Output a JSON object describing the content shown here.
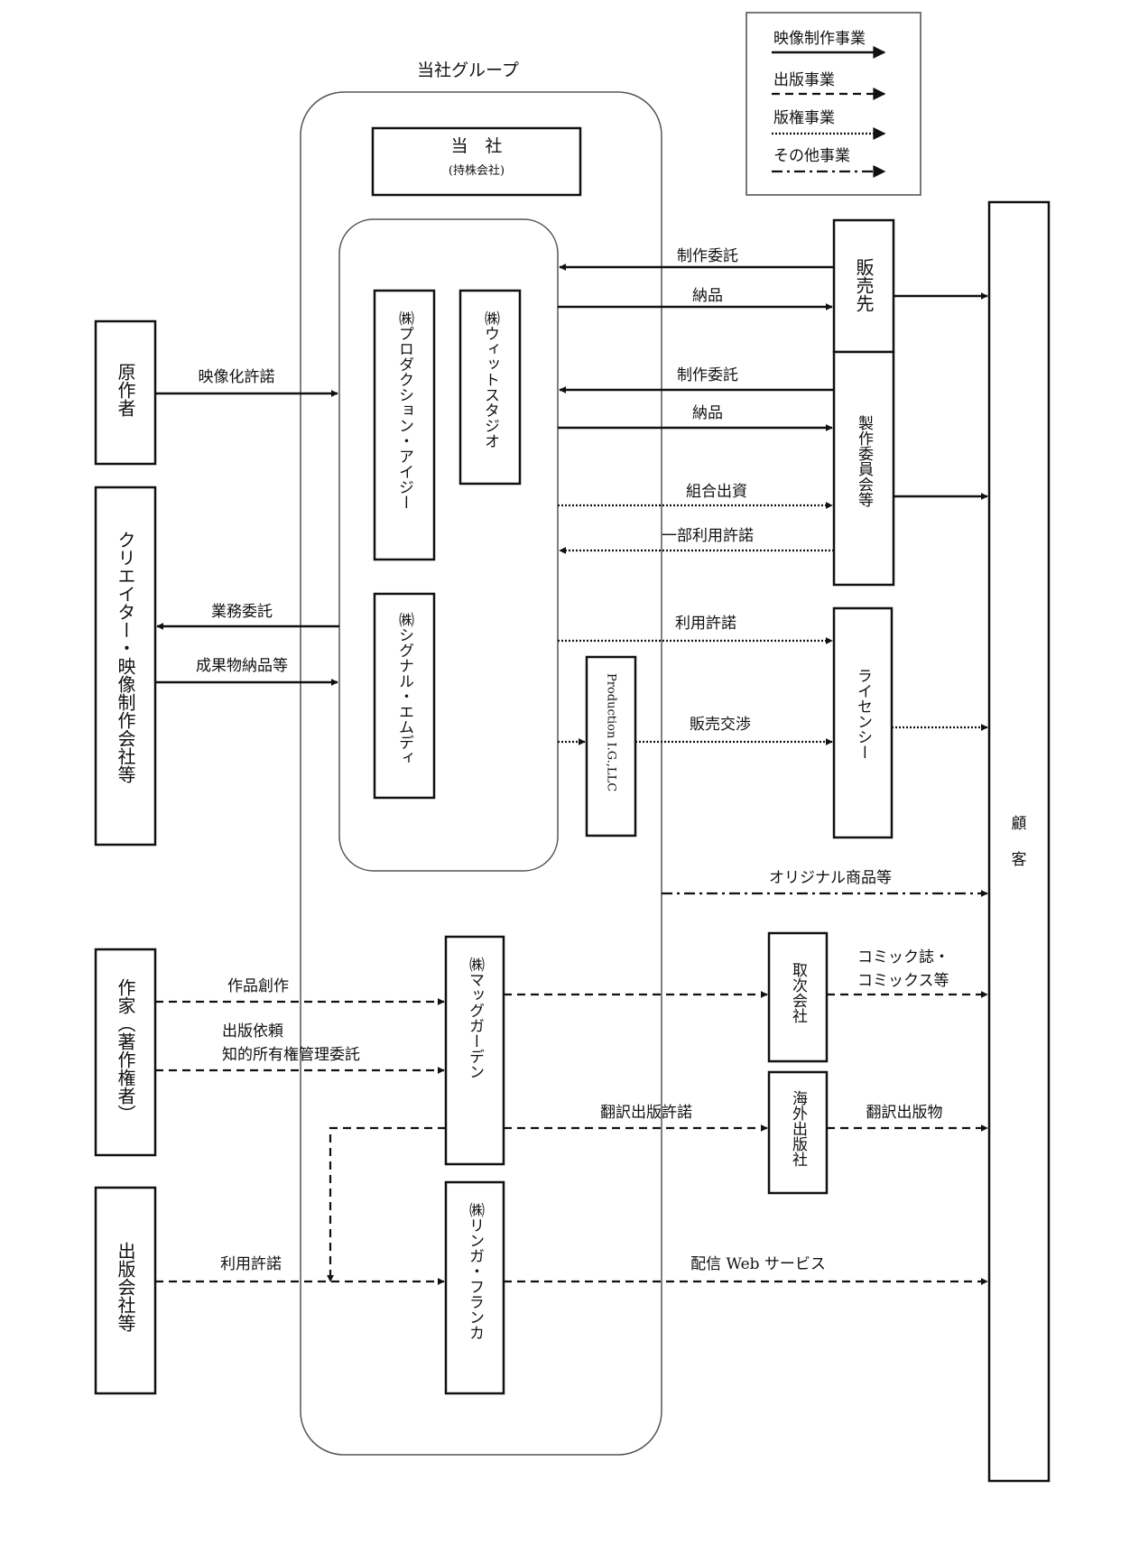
{
  "legend": {
    "video": "映像制作事業",
    "publishing": "出版事業",
    "rights": "版権事業",
    "other": "その他事業"
  },
  "group": {
    "title": "当社グループ",
    "holding_name": "当　社",
    "holding_sub": "(持株会社)"
  },
  "companies": {
    "production_ig": "㈱プロダクション・アイジー",
    "wit_studio": "㈱ウィットスタジオ",
    "signal_md": "㈱シグナル・エムディ",
    "production_ig_llc": "Production I.G.,LLC",
    "mag_garden": "㈱マッグガーデン",
    "lingua_franca": "㈱リンガ・フランカ"
  },
  "external": {
    "original_author": "原作者",
    "creators": "クリエイター・映像制作会社等",
    "author": "作家（著作権者）",
    "publishers": "出版会社等",
    "sales_partner": "販売先",
    "committee": "製作委員会等",
    "licensee": "ライセンシー",
    "distributor": "取次会社",
    "overseas_publisher": "海外出版社",
    "customer_1": "顧",
    "customer_2": "客"
  },
  "flows": {
    "production_commission_1": "制作委託",
    "delivery_1": "納品",
    "production_commission_2": "制作委託",
    "delivery_2": "納品",
    "union_investment": "組合出資",
    "partial_license": "一部利用許諾",
    "visualization_license": "映像化許諾",
    "outsourcing": "業務委託",
    "deliverables": "成果物納品等",
    "usage_license": "利用許諾",
    "sales_negotiation": "販売交渉",
    "original_goods": "オリジナル商品等",
    "work_creation": "作品創作",
    "publishing_request": "出版依頼",
    "ip_management": "知的所有権管理委託",
    "translation_license": "翻訳出版許諾",
    "comics_1": "コミック誌・",
    "comics_2": "コミックス等",
    "translated_publications": "翻訳出版物",
    "usage_license_2": "利用許諾",
    "web_service": "配信 Web サービス"
  }
}
